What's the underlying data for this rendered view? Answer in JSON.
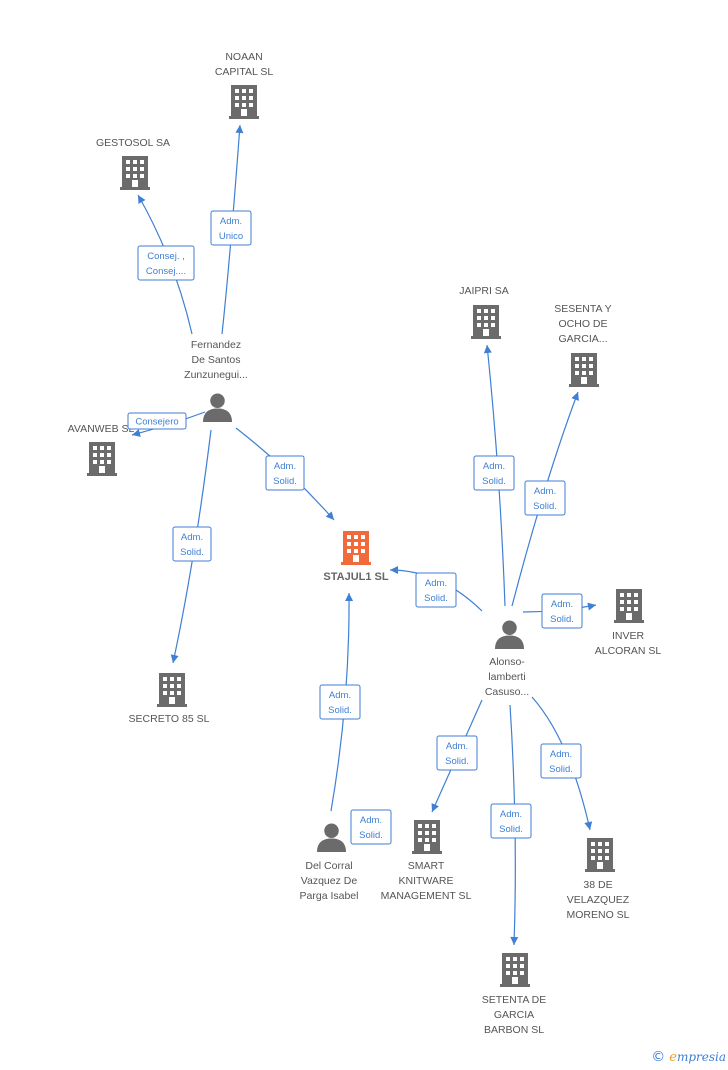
{
  "companies": {
    "center": [
      "STAJUL1  SL"
    ],
    "noaan": [
      "NOAAN",
      "CAPITAL  SL"
    ],
    "gestosol": [
      "GESTOSOL SA"
    ],
    "avanweb": [
      "AVANWEB SL"
    ],
    "secreto": [
      "SECRETO 85 SL"
    ],
    "jaipri": [
      "JAIPRI SA"
    ],
    "sesenta_ocho": [
      "SESENTA Y",
      "OCHO DE",
      "GARCIA..."
    ],
    "inver": [
      "INVER",
      "ALCORAN SL"
    ],
    "smart": [
      "SMART",
      "KNITWARE",
      "MANAGEMENT SL"
    ],
    "setenta": [
      "SETENTA DE",
      "GARCIA",
      "BARBON SL"
    ],
    "velazquez": [
      "38 DE",
      "VELAZQUEZ",
      "MORENO SL"
    ]
  },
  "persons": {
    "fernandez": [
      "Fernandez",
      "De Santos",
      "Zunzunegui..."
    ],
    "alonso": [
      "Alonso-",
      "lamberti",
      "Casuso..."
    ],
    "delcorral": [
      "Del Corral",
      "Vazquez De",
      "Parga Isabel"
    ]
  },
  "relations": {
    "fernandez_noaan": [
      "Adm.",
      "Unico"
    ],
    "fernandez_gestosol": [
      "Consej. ,",
      "Consej...."
    ],
    "fernandez_avanweb": [
      "Consejero"
    ],
    "fernandez_center": [
      "Adm.",
      "Solid."
    ],
    "fernandez_secreto": [
      "Adm.",
      "Solid."
    ],
    "alonso_center": [
      "Adm.",
      "Solid."
    ],
    "alonso_jaipri": [
      "Adm.",
      "Solid."
    ],
    "alonso_sesenta": [
      "Adm.",
      "Solid."
    ],
    "alonso_inver": [
      "Adm.",
      "Solid."
    ],
    "alonso_smart": [
      "Adm.",
      "Solid."
    ],
    "alonso_setenta": [
      "Adm.",
      "Solid."
    ],
    "alonso_velazquez": [
      "Adm.",
      "Solid."
    ],
    "delcorral_center": [
      "Adm.",
      "Solid."
    ],
    "delcorral_smart": [
      "Adm.",
      "Solid."
    ]
  },
  "footer": {
    "copyright": "©",
    "brand_initial": "e",
    "brand_rest": "mpresia"
  },
  "colors": {
    "edge": "#3f7fd4",
    "node": "#6b6b6b",
    "center": "#f06a3c",
    "text": "#555555"
  }
}
